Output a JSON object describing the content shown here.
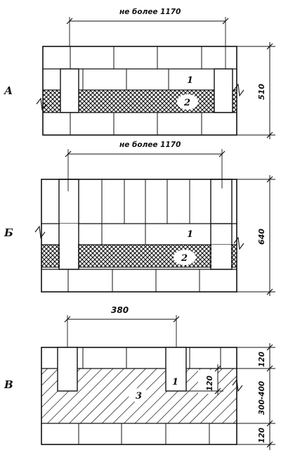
{
  "panels": [
    {
      "letter": "А",
      "span_label": "не более 1170",
      "height_label": "510",
      "callouts": [
        "1",
        "2"
      ]
    },
    {
      "letter": "Б",
      "span_label": "не более 1170",
      "height_label": "640",
      "callouts": [
        "1",
        "2"
      ]
    },
    {
      "letter": "В",
      "span_label": "380",
      "height_labels": [
        "120",
        "300-400",
        "120"
      ],
      "inner_label": "120",
      "callouts": [
        "1",
        "3"
      ]
    }
  ]
}
